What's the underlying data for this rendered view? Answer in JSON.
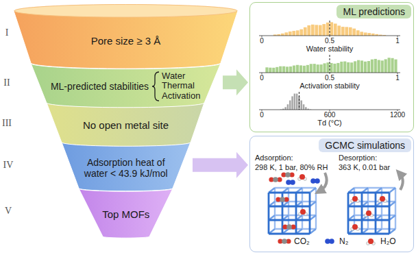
{
  "diagram": {
    "nodes": [
      {
        "text": [
          "Pore size ≥ 3 Å"
        ]
      },
      {
        "text": [
          "ML-predicted stabilities",
          "Water",
          "Thermal",
          "Activation"
        ]
      },
      {
        "text": [
          "No open metal site"
        ]
      },
      {
        "text": [
          "Adsorption heat of water < 43.9 kJ/mol"
        ]
      },
      {
        "text": [
          "Top MOFs"
        ]
      },
      {
        "text": [
          "ML predictions"
        ]
      },
      {
        "text": [
          "GCMC simulations"
        ]
      }
    ],
    "edges": [
      {
        "from": 1,
        "to": 5,
        "arrow": "to"
      },
      {
        "from": 3,
        "to": 6,
        "arrow": "to"
      }
    ],
    "labels": [
      "I",
      "II",
      "III",
      "IV",
      "V",
      "0",
      "0.5",
      "1",
      "Water stability",
      "0",
      "0.5",
      "1",
      "Activation stability",
      "0",
      "600",
      "1200",
      "Td (°C)",
      "Adsorption:",
      "298 K, 1 bar, 80% RH",
      "Desorption:",
      "363 K, 0.01 bar"
    ],
    "legend": [
      {
        "text": "CO₂"
      },
      {
        "text": "N₂"
      },
      {
        "text": "H₂O"
      }
    ]
  }
}
